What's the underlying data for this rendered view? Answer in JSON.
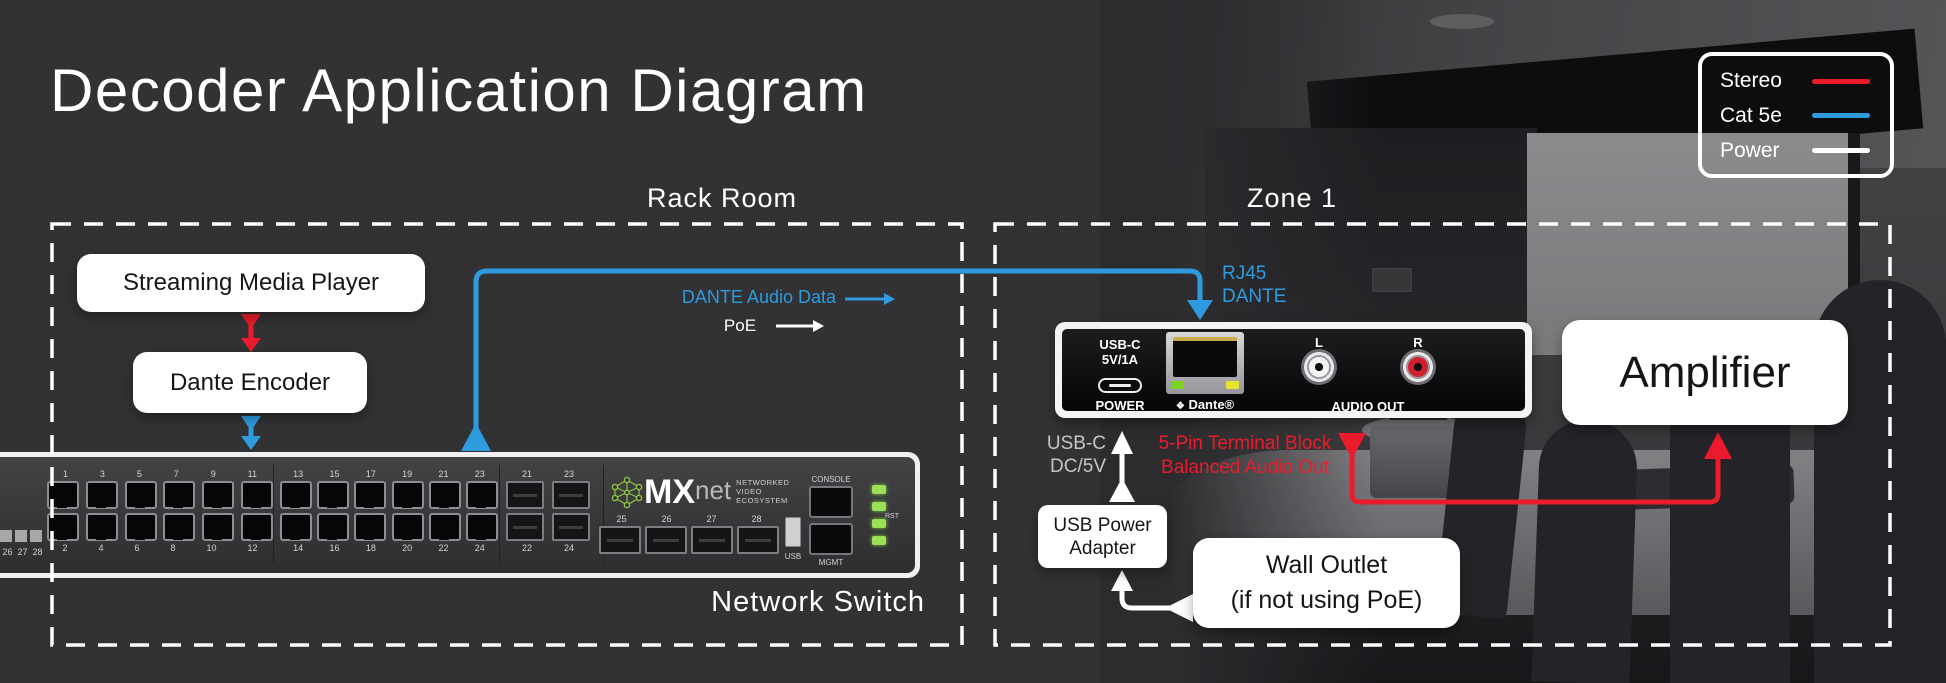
{
  "title": "Decoder Application Diagram",
  "colors": {
    "background": "#323234",
    "stereo_red": "#ec1b2b",
    "cat5e_blue": "#2f9bdf",
    "power_white": "#ffffff",
    "led_green": "#9bdf57",
    "brand_green": "#8cc63f"
  },
  "legend": {
    "items": [
      {
        "label": "Stereo",
        "color": "#ec1b2b"
      },
      {
        "label": "Cat 5e",
        "color": "#2f9bdf"
      },
      {
        "label": "Power",
        "color": "#ffffff"
      }
    ]
  },
  "regions": {
    "rack_room": "Rack Room",
    "zone_1": "Zone 1"
  },
  "nodes": {
    "streaming_media_player": "Streaming Media Player",
    "dante_encoder": "Dante Encoder",
    "amplifier": "Amplifier",
    "usb_power_adapter_line1": "USB Power",
    "usb_power_adapter_line2": "Adapter",
    "wall_outlet_line1": "Wall Outlet",
    "wall_outlet_line2": "(if not using PoE)"
  },
  "labels": {
    "dante_audio_data": "DANTE Audio Data",
    "poe": "PoE",
    "rj45_line1": "RJ45",
    "rj45_line2": "DANTE",
    "usbc_line1": "USB-C",
    "usbc_line2": "DC/5V",
    "terminal_line1": "5-Pin Terminal Block",
    "terminal_line2": "Balanced Audio Out",
    "network_switch": "Network Switch"
  },
  "decoder": {
    "usbc_label1": "USB-C",
    "usbc_label2": "5V/1A",
    "power": "POWER",
    "dante_icon": "❖",
    "dante": "Dante®",
    "left_jack": "L",
    "right_jack": "R",
    "audio_out": "AUDIO OUT"
  },
  "switch": {
    "ports_group1_top": [
      "1",
      "3",
      "5",
      "7",
      "9",
      "11"
    ],
    "ports_group1_bottom": [
      "2",
      "4",
      "6",
      "8",
      "10",
      "12"
    ],
    "ports_group2_top": [
      "13",
      "15",
      "17",
      "19",
      "21",
      "23"
    ],
    "ports_group2_bottom": [
      "14",
      "16",
      "18",
      "20",
      "22",
      "24"
    ],
    "sfp_top": [
      "21",
      "23"
    ],
    "sfp_bottom": [
      "22",
      "24"
    ],
    "sfp_row": [
      "25",
      "26",
      "27",
      "28"
    ],
    "edge_ports": [
      "26",
      "27",
      "28"
    ],
    "brand": "MX",
    "brand_suffix": "net",
    "brand_stack": [
      "NETWORKED",
      "VIDEO",
      "ECOSYSTEM"
    ],
    "console": "CONSOLE",
    "mgmt": "MGMT",
    "usb": "USB",
    "rst": "RST"
  }
}
